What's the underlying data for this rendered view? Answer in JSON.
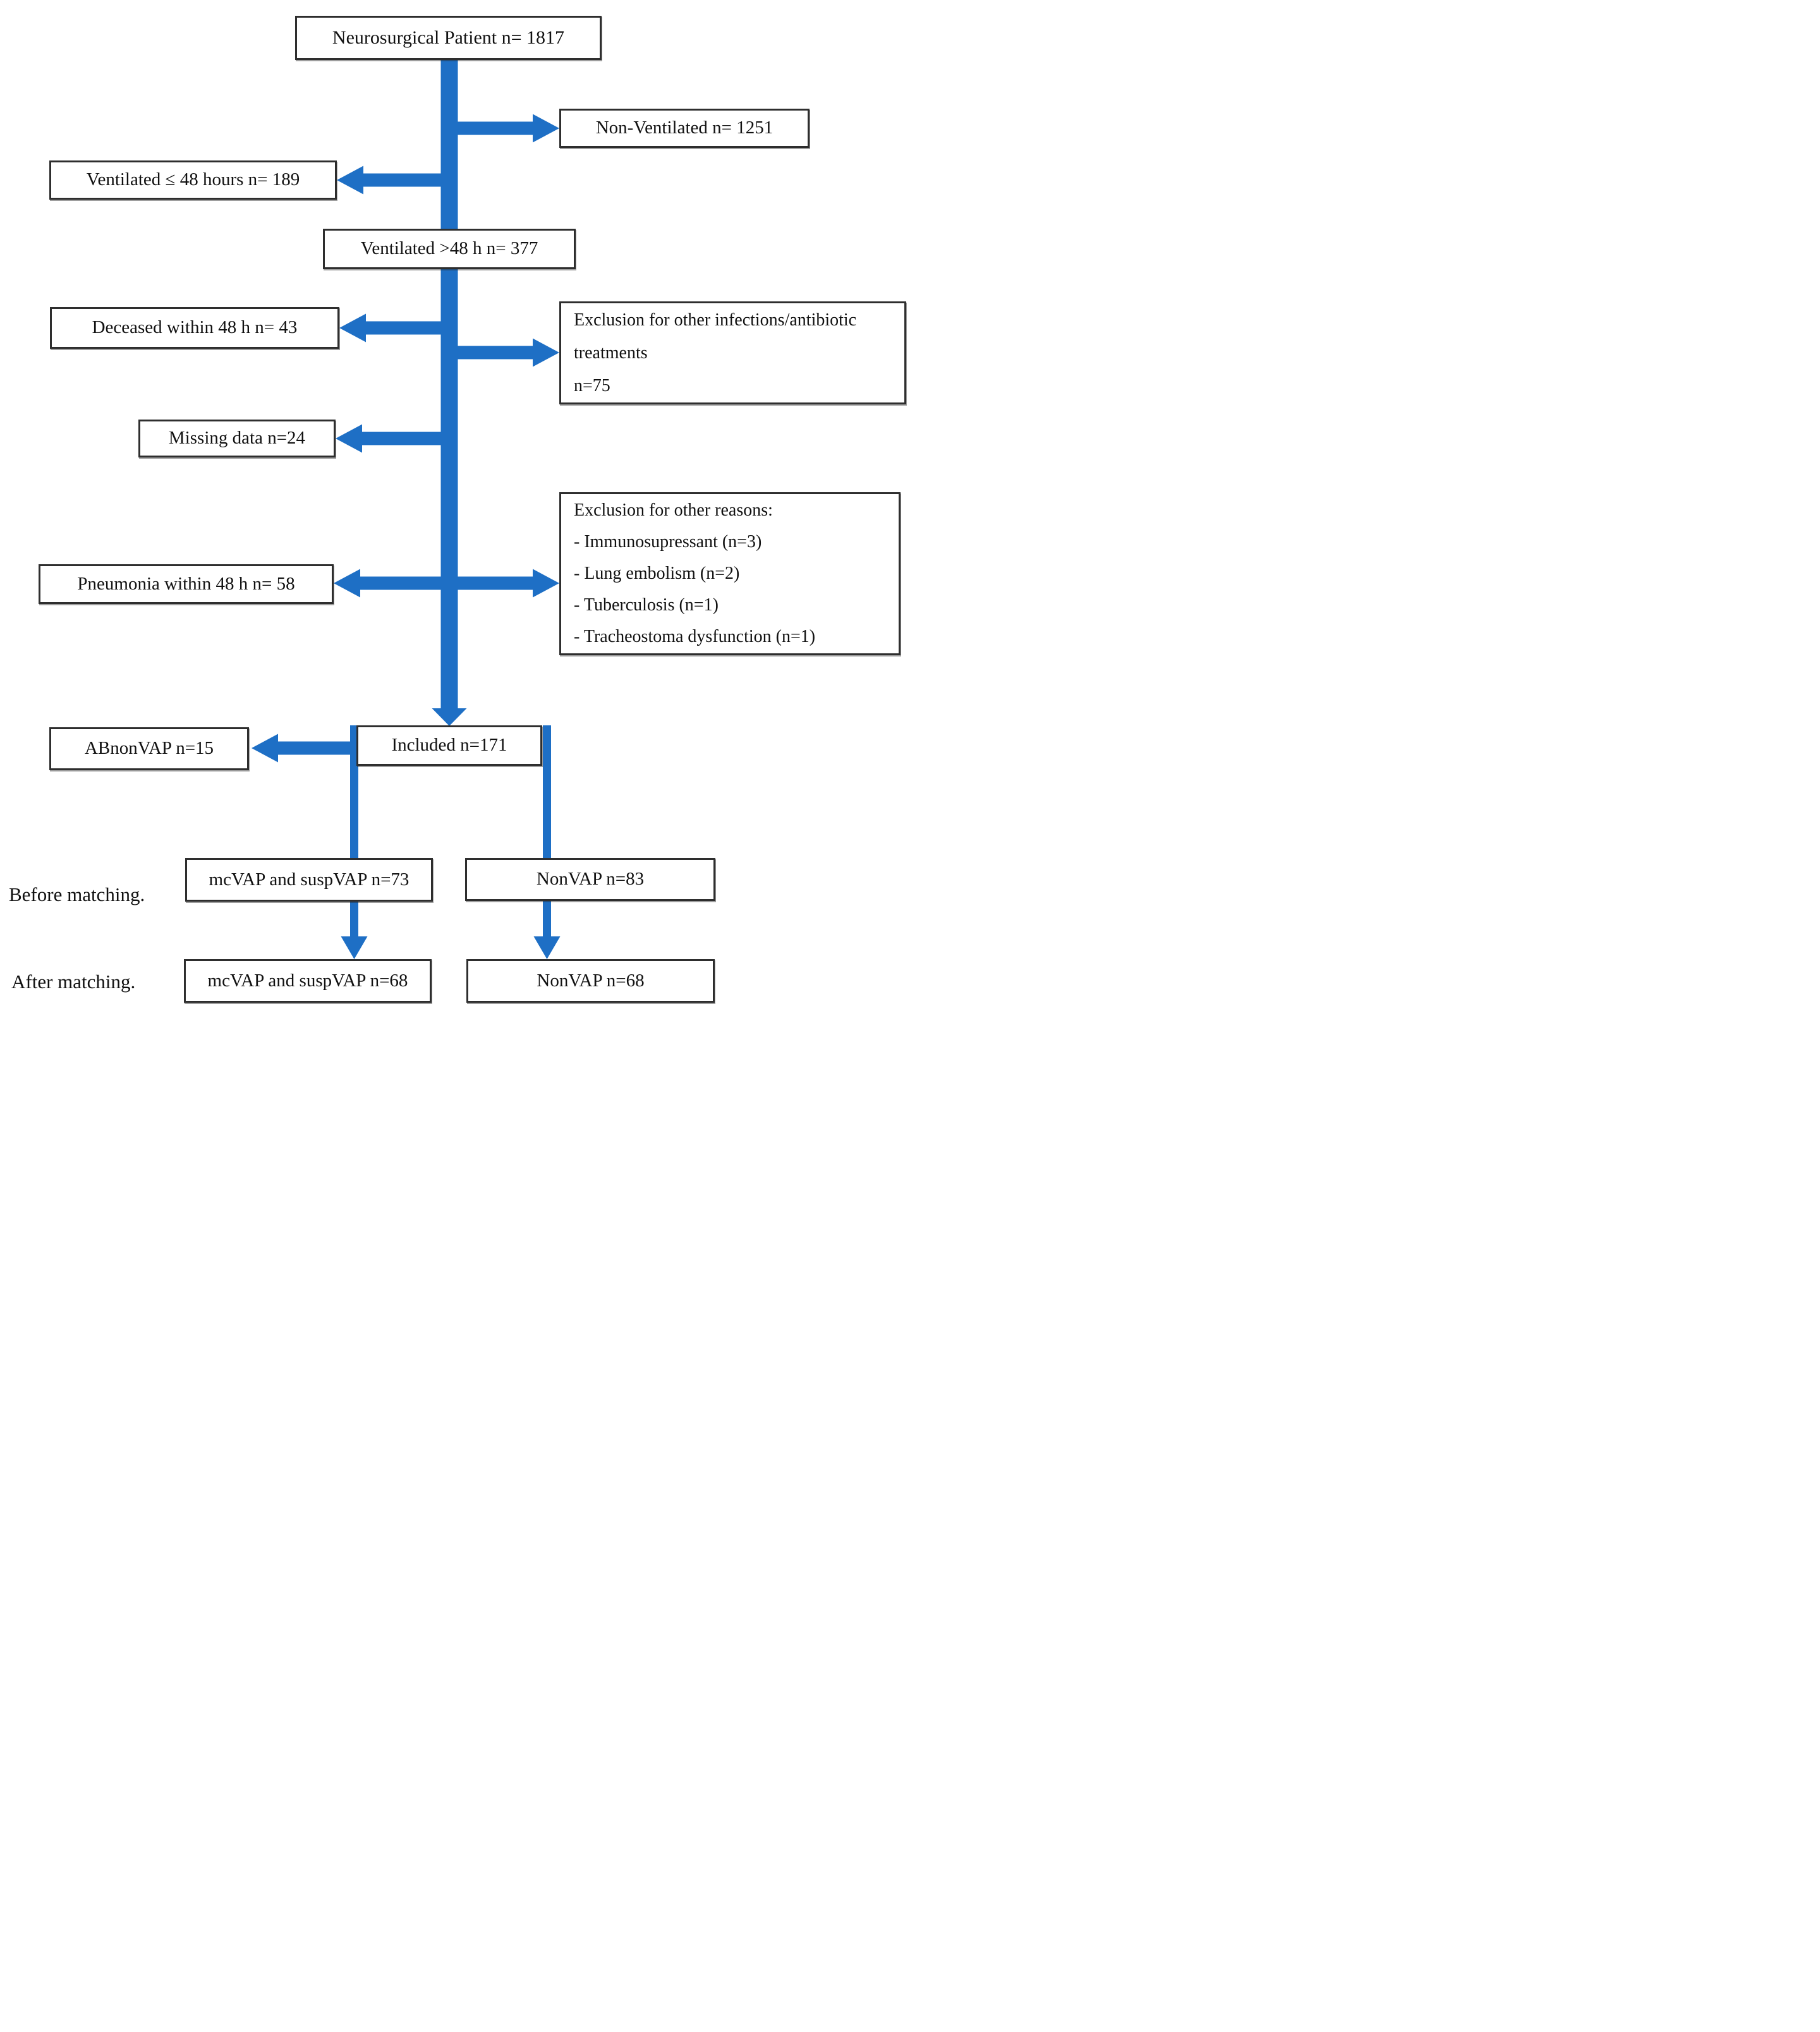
{
  "figure": {
    "description": "Patient inclusion flow diagram",
    "accent_color": "#1e6fc5",
    "box_border_color": "#2e2e2e"
  },
  "boxes": {
    "neurosurgical": {
      "label": "Neurosurgical Patient n= 1817"
    },
    "non_ventilated": {
      "label": "Non-Ventilated n= 1251"
    },
    "ventilated_le_48h": {
      "label": "Ventilated ≤ 48 hours n= 189"
    },
    "ventilated_gt_48h": {
      "label": "Ventilated >48 h n= 377"
    },
    "deceased_48h": {
      "label": "Deceased within 48 h n= 43"
    },
    "exclusion_infections": {
      "lines": [
        "Exclusion for other infections/antibiotic",
        "treatments",
        "n=75"
      ]
    },
    "missing_data": {
      "label": "Missing data n=24"
    },
    "exclusion_other_reasons": {
      "lines": [
        "Exclusion for other reasons:",
        "- Immunosupressant (n=3)",
        "- Lung embolism (n=2)",
        "- Tuberculosis (n=1)",
        "- Tracheostoma dysfunction (n=1)"
      ]
    },
    "pneumonia_48h": {
      "label": "Pneumonia within 48 h n= 58"
    },
    "included": {
      "label": "Included n=171"
    },
    "ab_non_vap": {
      "label": "ABnonVAP n=15"
    },
    "mcvap_before": {
      "label": "mcVAP and suspVAP n=73"
    },
    "nonvap_before": {
      "label": "NonVAP n=83"
    },
    "mcvap_after": {
      "label": "mcVAP and suspVAP n=68"
    },
    "nonvap_after": {
      "label": "NonVAP n=68"
    }
  },
  "annotations": {
    "before_matching": "Before matching.",
    "after_matching": "After matching."
  }
}
